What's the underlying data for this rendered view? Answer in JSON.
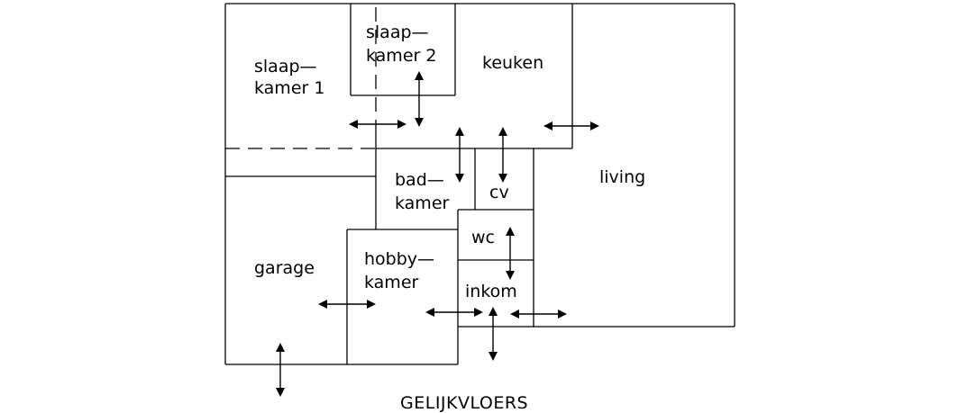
{
  "plan": {
    "caption": "GELIJKVLOERS",
    "rooms": {
      "slaapkamer_1": [
        "slaap—",
        "kamer 1"
      ],
      "slaapkamer_2": [
        "slaap—",
        "kamer 2"
      ],
      "keuken": [
        "keuken"
      ],
      "living": [
        "living"
      ],
      "badkamer": [
        "bad—",
        "kamer"
      ],
      "cv": [
        "cv"
      ],
      "wc": [
        "wc"
      ],
      "garage": [
        "garage"
      ],
      "hobbykamer": [
        "hobby—",
        "kamer"
      ],
      "inkom": [
        "inkom"
      ]
    }
  }
}
